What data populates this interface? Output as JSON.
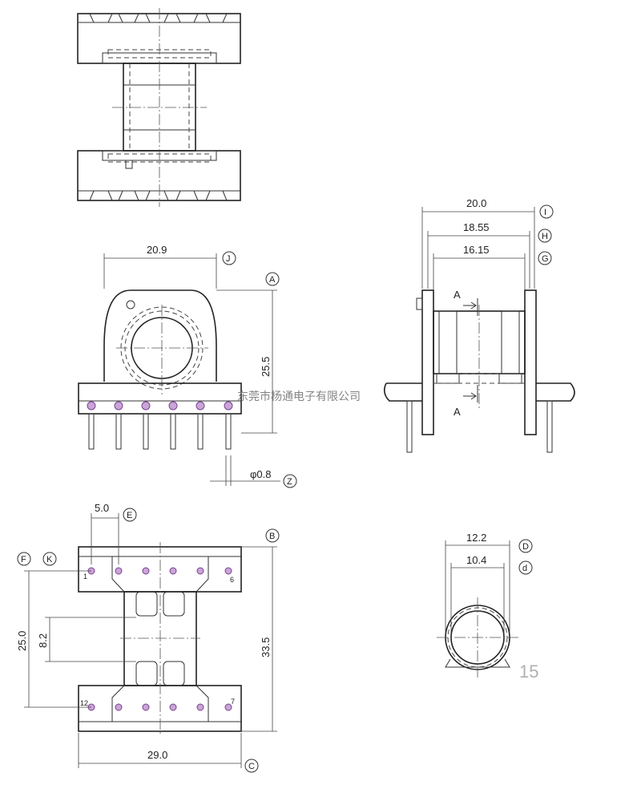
{
  "dimensions": {
    "front_width": "20.9",
    "front_height": "25.5",
    "pin_diameter": "φ0.8",
    "side_outer": "20.0",
    "side_mid": "18.55",
    "side_inner": "16.15",
    "pin_pitch": "5.0",
    "row_spacing": "25.0",
    "window_width": "8.2",
    "overall_length": "33.5",
    "overall_width": "29.0",
    "core_outer_dia": "12.2",
    "core_inner_dia": "10.4"
  },
  "reference_letters": {
    "J": "J",
    "A": "A",
    "Z": "Z",
    "I": "I",
    "H": "H",
    "G": "G",
    "E": "E",
    "F": "F",
    "K": "K",
    "B": "B",
    "C": "C",
    "D": "D",
    "d": "d"
  },
  "section_marks": [
    "A",
    "A"
  ],
  "pin_numbers": {
    "p1": "1",
    "p6": "6",
    "p12": "12",
    "p7": "7"
  },
  "watermark": "东莞市杨通电子有限公司",
  "page_number": "15"
}
